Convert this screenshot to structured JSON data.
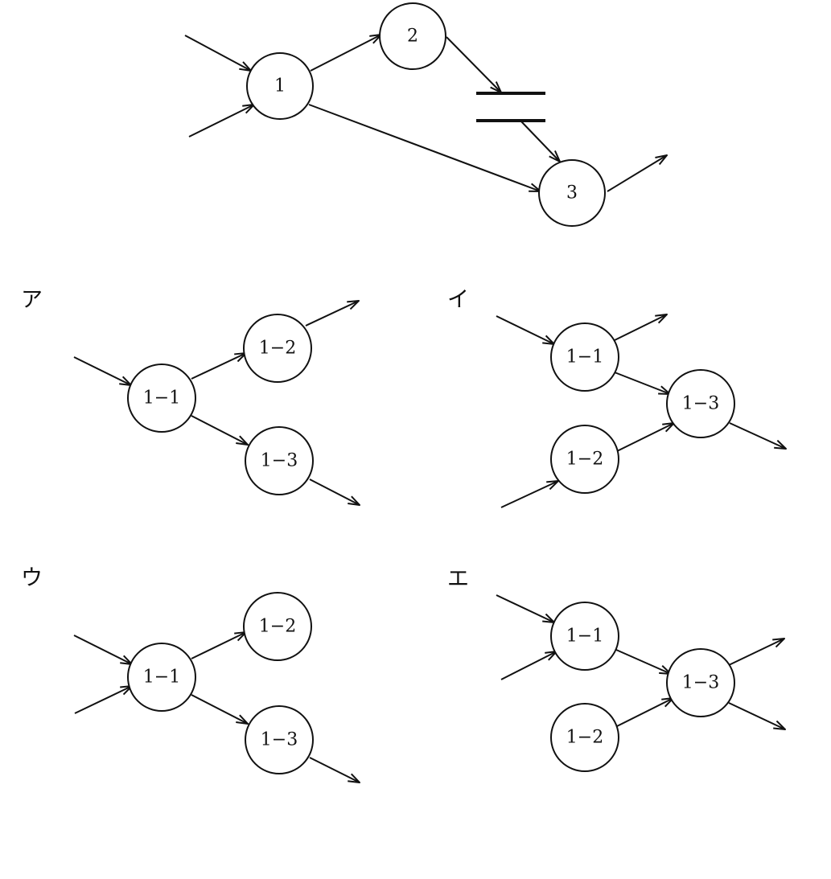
{
  "top_diagram": {
    "nodes": {
      "n1": "1",
      "n2": "2",
      "n3": "3"
    }
  },
  "options": [
    {
      "label": "ア",
      "nodes": {
        "a": "1−1",
        "b": "1−2",
        "c": "1−3"
      }
    },
    {
      "label": "イ",
      "nodes": {
        "a": "1−1",
        "b": "1−2",
        "c": "1−3"
      }
    },
    {
      "label": "ウ",
      "nodes": {
        "a": "1−1",
        "b": "1−2",
        "c": "1−3"
      }
    },
    {
      "label": "エ",
      "nodes": {
        "a": "1−1",
        "b": "1−2",
        "c": "1−3"
      }
    }
  ]
}
